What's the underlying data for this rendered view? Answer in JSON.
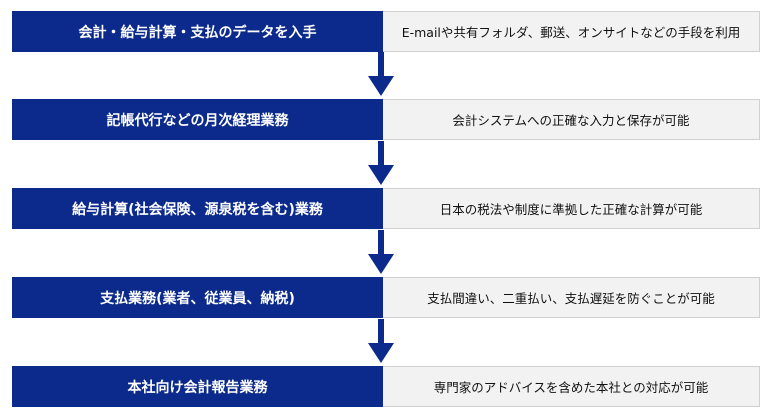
{
  "colors": {
    "step_bg": "#0b2a8c",
    "step_text": "#ffffff",
    "desc_bg": "#f2f2f2",
    "desc_border": "#d0d0d0",
    "arrow": "#0b2a8c"
  },
  "steps": [
    {
      "title": "会計・給与計算・支払のデータを入手",
      "description": "E-mailや共有フォルダ、郵送、オンサイトなどの手段を利用"
    },
    {
      "title": "記帳代行などの月次経理業務",
      "description": "会計システムへの正確な入力と保存が可能"
    },
    {
      "title": "給与計算(社会保険、源泉税を含む)業務",
      "description": "日本の税法や制度に準拠した正確な計算が可能"
    },
    {
      "title": "支払業務(業者、従業員、納税)",
      "description": "支払間違い、二重払い、支払遅延を防ぐことが可能"
    },
    {
      "title": "本社向け会計報告業務",
      "description": "専門家のアドバイスを含めた本社との対応が可能"
    }
  ]
}
